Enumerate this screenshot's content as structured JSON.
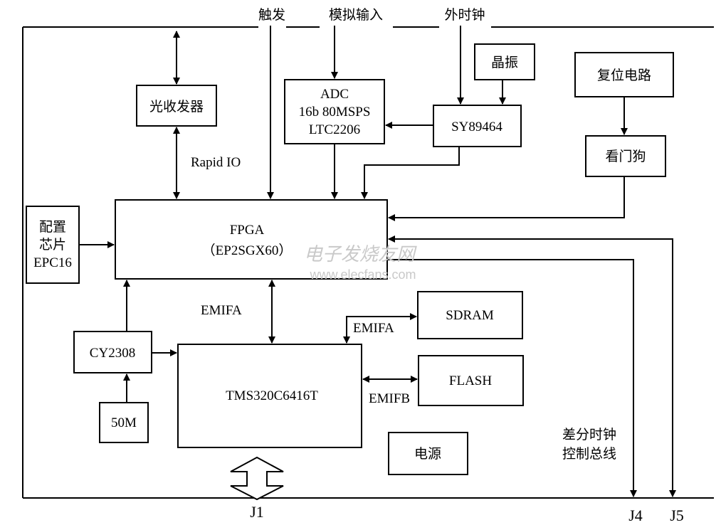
{
  "inputs": {
    "trigger": "触发",
    "analog_in": "模拟输入",
    "ext_clock": "外时钟"
  },
  "blocks": {
    "optical": "光收发器",
    "adc": [
      "ADC",
      "16b 80MSPS",
      "LTC2206"
    ],
    "crystal": "晶振",
    "sy89464": "SY89464",
    "reset": "复位电路",
    "watchdog": "看门狗",
    "config": [
      "配置",
      "芯片",
      "EPC16"
    ],
    "fpga": [
      "FPGA",
      "（EP2SGX60）"
    ],
    "cy2308": "CY2308",
    "osc50m": "50M",
    "dsp": "TMS320C6416T",
    "sdram": "SDRAM",
    "flash": "FLASH",
    "power": "电源"
  },
  "labels": {
    "rapidio": "Rapid IO",
    "emifa_fpga": "EMIFA",
    "emifa_sdram": "EMIFA",
    "emifb_flash": "EMIFB",
    "diff_clock": [
      "差分时钟",
      "控制总线"
    ]
  },
  "connectors": {
    "j1": "J1",
    "j4": "J4",
    "j5": "J5"
  },
  "watermark": {
    "cn": "电子发烧友网",
    "url": "www.elecfans.com"
  }
}
